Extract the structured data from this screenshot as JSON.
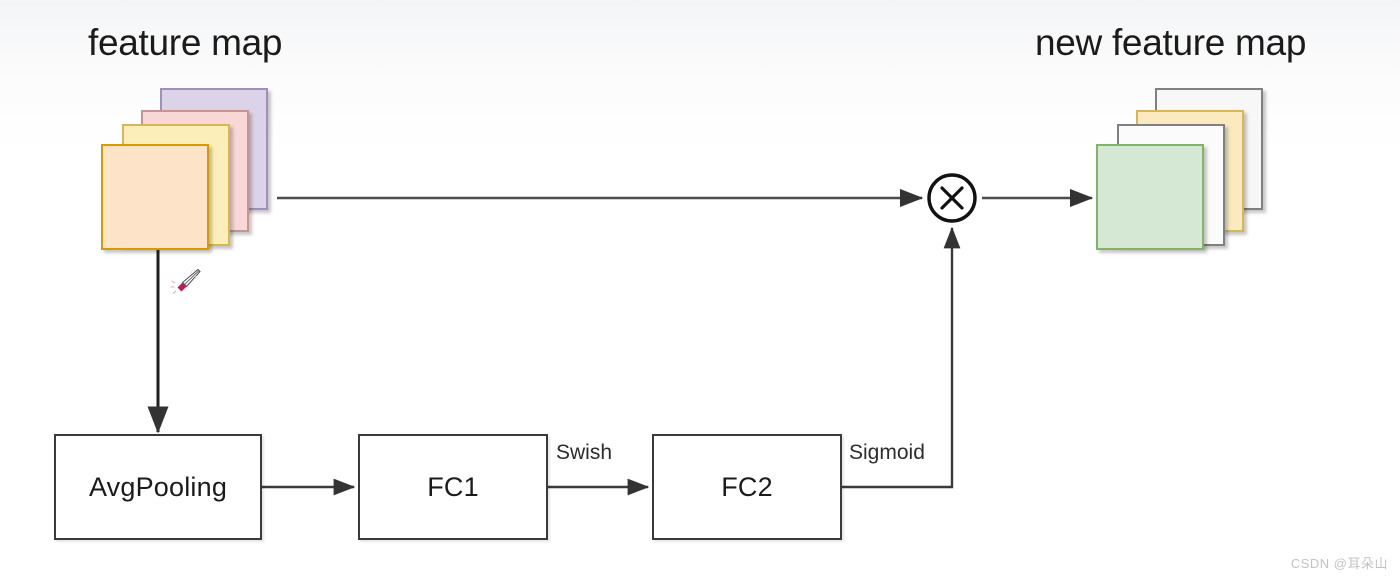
{
  "diagram": {
    "kind": "se-block-attention-diagram",
    "titles": {
      "left": "feature map",
      "right": "new feature map"
    },
    "boxes": [
      {
        "id": "avgpooling",
        "label": "AvgPooling"
      },
      {
        "id": "fc1",
        "label": "FC1"
      },
      {
        "id": "fc2",
        "label": "FC2"
      }
    ],
    "edge_labels": [
      {
        "id": "swish",
        "label": "Swish"
      },
      {
        "id": "sigmoid",
        "label": "Sigmoid"
      }
    ],
    "operator": {
      "id": "multiply",
      "symbol": "×",
      "name": "multiply-node"
    },
    "left_stack": {
      "name": "input-feature-map-stack",
      "layers": [
        {
          "name": "layer-purple",
          "fill": "#ddd3e8",
          "stroke": "#9f90b8"
        },
        {
          "name": "layer-pink",
          "fill": "#f8d7d7",
          "stroke": "#c79393"
        },
        {
          "name": "layer-yellow",
          "fill": "#fbeeb8",
          "stroke": "#d6b656"
        },
        {
          "name": "layer-peach",
          "fill": "#fde4c8",
          "stroke": "#d79b00"
        }
      ]
    },
    "right_stack": {
      "name": "output-feature-map-stack",
      "layers": [
        {
          "name": "layer-white-back",
          "fill": "#f7f7f7",
          "stroke": "#808080"
        },
        {
          "name": "layer-cream",
          "fill": "#fbeabf",
          "stroke": "#d6b656"
        },
        {
          "name": "layer-white-front",
          "fill": "#fbfbfb",
          "stroke": "#808080"
        },
        {
          "name": "layer-green",
          "fill": "#d5e8d4",
          "stroke": "#82b366"
        }
      ]
    },
    "colors": {
      "wire": "#4d4d4d",
      "box_stroke": "#3a3a3a",
      "text": "#1b1b1b",
      "background": "#ffffff",
      "cursor_accent": "#c2185b"
    }
  },
  "watermark": {
    "text": "CSDN @耳朵山"
  }
}
